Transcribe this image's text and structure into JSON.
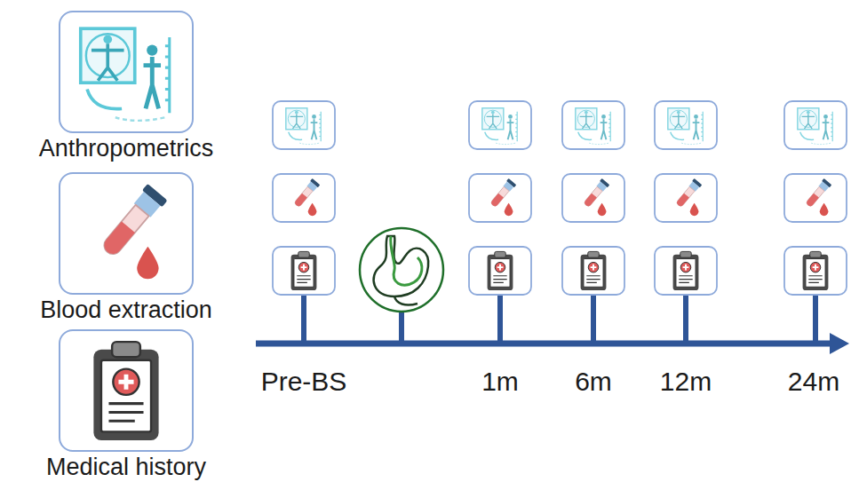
{
  "diagram": {
    "nodes": [
      {
        "text": [
          "Anthropometrics"
        ]
      },
      {
        "text": [
          "Blood extraction"
        ]
      },
      {
        "text": [
          "Medical history"
        ]
      }
    ],
    "labels": [
      "Pre-BS",
      "1m",
      "6m",
      "12m",
      "24m"
    ]
  }
}
